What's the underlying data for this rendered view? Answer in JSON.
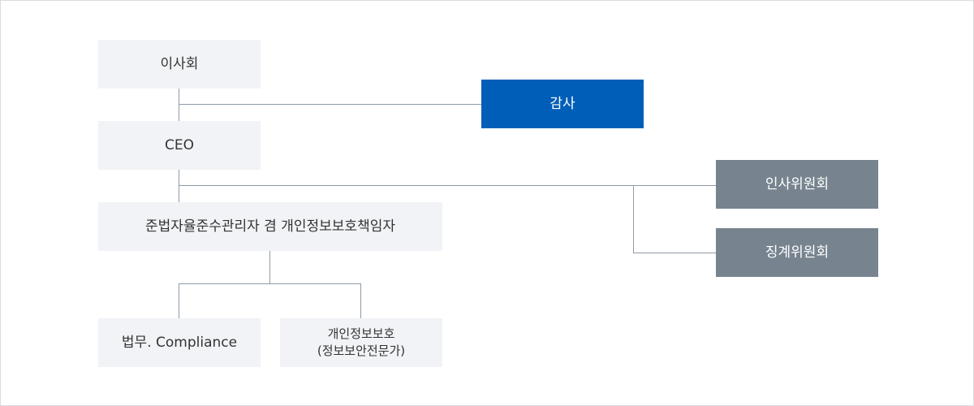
{
  "org_chart": {
    "board": "이사회",
    "audit": "감사",
    "ceo": "CEO",
    "compliance_officer": "준법자율준수관리자 겸 개인정보보호책임자",
    "hr_committee": "인사위원회",
    "discipline_committee": "징계위원회",
    "legal_compliance": "법무. Compliance",
    "privacy_line1": "개인정보보호",
    "privacy_line2": "(정보보안전문가)"
  },
  "colors": {
    "light_box": "#f1f3f6",
    "audit_box": "#005eb8",
    "committee_box": "#77848f",
    "connector": "#8f9ba6"
  }
}
